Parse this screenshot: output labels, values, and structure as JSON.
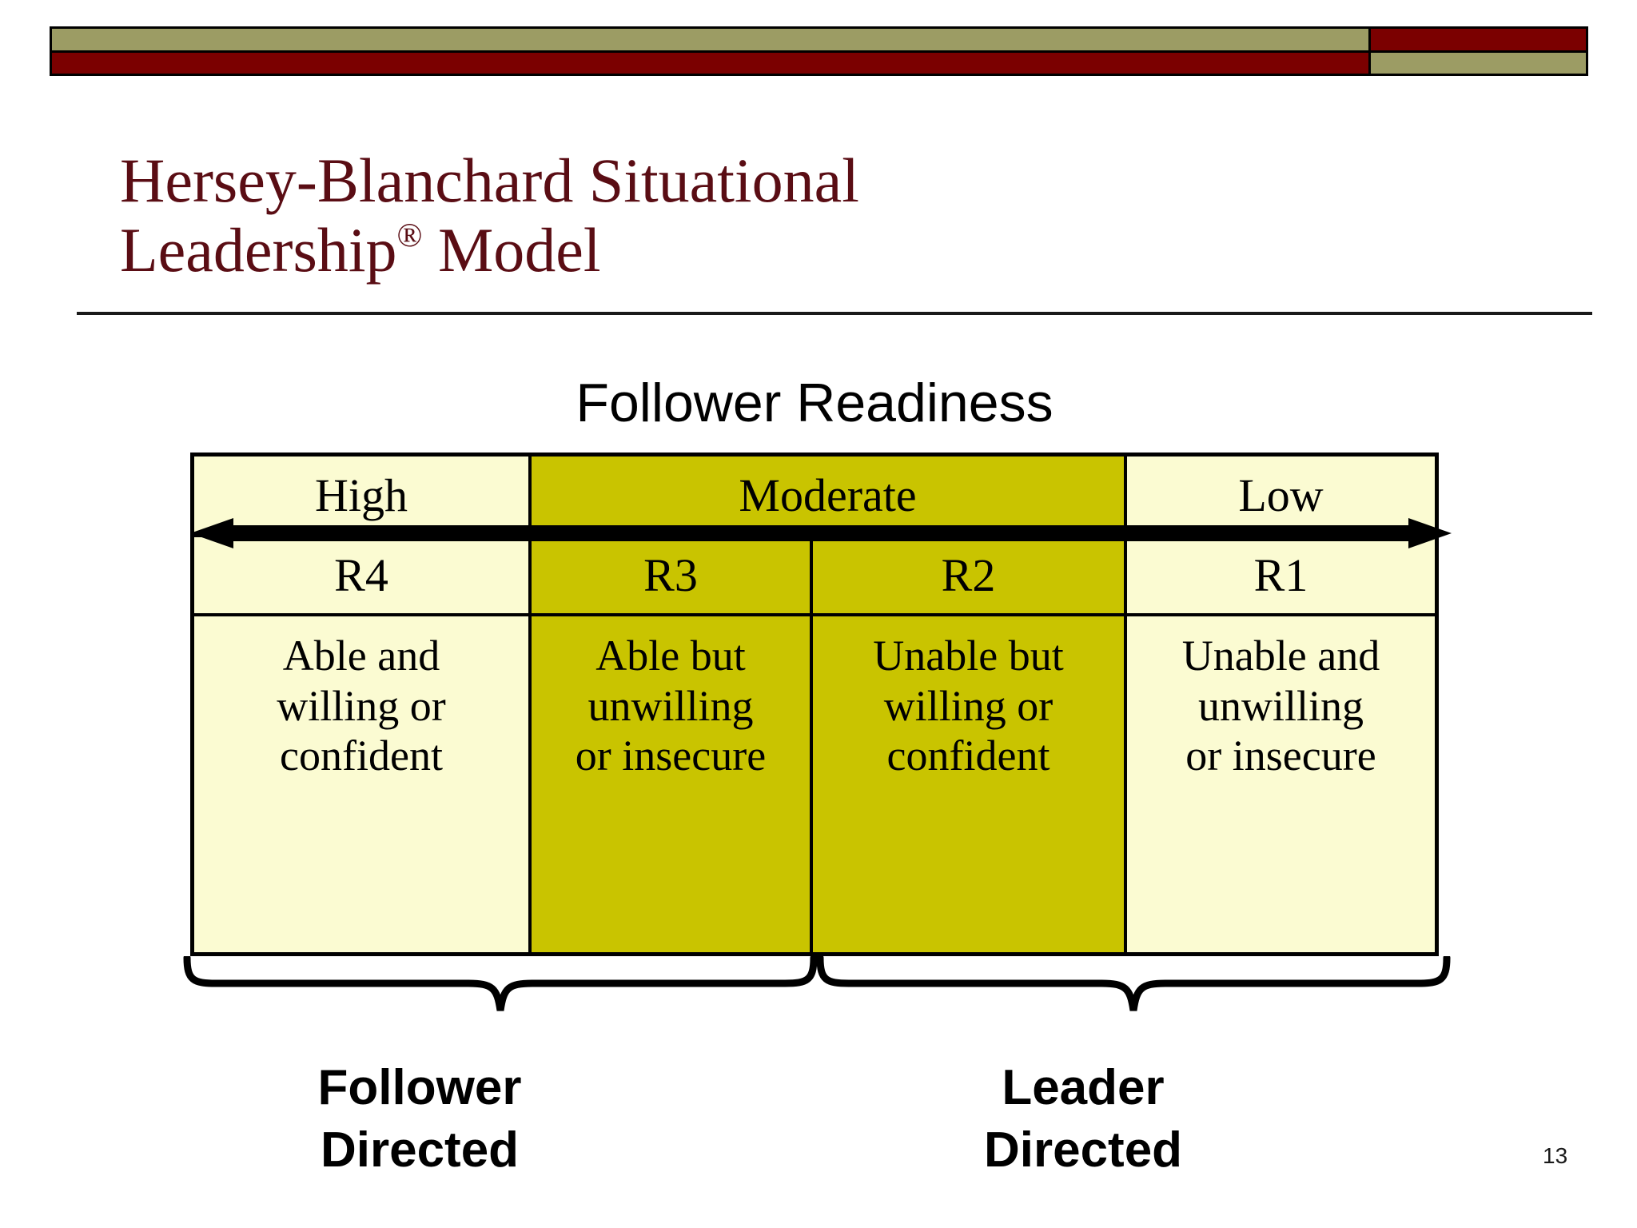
{
  "slide": {
    "title_line_1": "Hersey-Blanchard Situational",
    "title_line_2_pre": "Leadership",
    "title_registered_mark": "®",
    "title_line_2_post": " Model",
    "page_number": "13",
    "colors": {
      "title_maroon": "#5a0d14",
      "banner_olive": "#9c9c64",
      "banner_red": "#7b0000",
      "cell_cream": "#fbfbd2",
      "cell_olive": "#c9c400",
      "border_black": "#000000"
    }
  },
  "banner": {
    "top_left_color": "#9c9c64",
    "top_right_color": "#7b0000",
    "bottom_left_color": "#7b0000",
    "bottom_right_color": "#9c9c64"
  },
  "diagram": {
    "heading": "Follower Readiness",
    "arrow": "double-headed-horizontal-arrow",
    "readiness_row": [
      {
        "label": "High",
        "span": 1,
        "fill": "cream"
      },
      {
        "label": "Moderate",
        "span": 2,
        "fill": "olive"
      },
      {
        "label": "Low",
        "span": 1,
        "fill": "cream"
      }
    ],
    "level_row": [
      {
        "label": "R4",
        "fill": "cream"
      },
      {
        "label": "R3",
        "fill": "olive"
      },
      {
        "label": "R2",
        "fill": "olive"
      },
      {
        "label": "R1",
        "fill": "cream"
      }
    ],
    "description_row": [
      {
        "lines": [
          "Able and",
          "willing or",
          "confident"
        ],
        "fill": "cream"
      },
      {
        "lines": [
          "Able but",
          "unwilling",
          "or insecure"
        ],
        "fill": "olive"
      },
      {
        "lines": [
          "Unable but",
          "willing or",
          "confident"
        ],
        "fill": "olive"
      },
      {
        "lines": [
          "Unable and",
          "unwilling",
          "or insecure"
        ],
        "fill": "cream"
      }
    ],
    "braces": [
      {
        "label_lines": [
          "Follower",
          "Directed"
        ],
        "covers": [
          "R4",
          "R3"
        ]
      },
      {
        "label_lines": [
          "Leader",
          "Directed"
        ],
        "covers": [
          "R2",
          "R1"
        ]
      }
    ]
  }
}
